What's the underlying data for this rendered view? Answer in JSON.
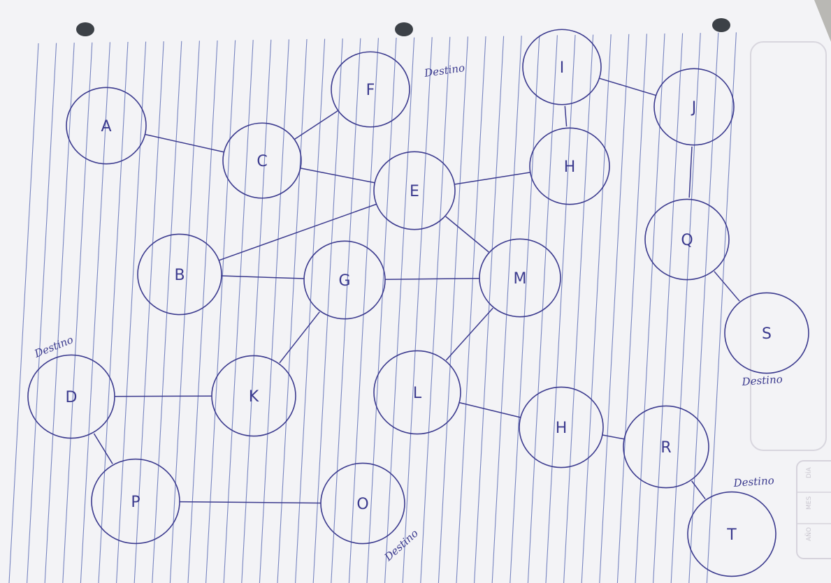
{
  "diagram": {
    "nodes": [
      {
        "id": "A",
        "label": "A"
      },
      {
        "id": "C",
        "label": "C"
      },
      {
        "id": "F",
        "label": "F"
      },
      {
        "id": "E",
        "label": "E"
      },
      {
        "id": "I",
        "label": "I"
      },
      {
        "id": "J",
        "label": "J"
      },
      {
        "id": "H1",
        "label": "H"
      },
      {
        "id": "Q",
        "label": "Q"
      },
      {
        "id": "B",
        "label": "B"
      },
      {
        "id": "G",
        "label": "G"
      },
      {
        "id": "M",
        "label": "M"
      },
      {
        "id": "S",
        "label": "S"
      },
      {
        "id": "D",
        "label": "D"
      },
      {
        "id": "K",
        "label": "K"
      },
      {
        "id": "L",
        "label": "L"
      },
      {
        "id": "H2",
        "label": "H"
      },
      {
        "id": "R",
        "label": "R"
      },
      {
        "id": "P",
        "label": "P"
      },
      {
        "id": "O",
        "label": "O"
      },
      {
        "id": "T",
        "label": "T"
      }
    ],
    "edges": [
      [
        "A",
        "C"
      ],
      [
        "C",
        "F"
      ],
      [
        "C",
        "E"
      ],
      [
        "E",
        "H1"
      ],
      [
        "I",
        "H1"
      ],
      [
        "I",
        "J"
      ],
      [
        "J",
        "Q"
      ],
      [
        "Q",
        "S"
      ],
      [
        "B",
        "E"
      ],
      [
        "B",
        "G"
      ],
      [
        "E",
        "M"
      ],
      [
        "G",
        "M"
      ],
      [
        "G",
        "K"
      ],
      [
        "M",
        "L"
      ],
      [
        "D",
        "K"
      ],
      [
        "D",
        "P"
      ],
      [
        "L",
        "H2"
      ],
      [
        "H2",
        "R"
      ],
      [
        "R",
        "T"
      ],
      [
        "P",
        "O"
      ]
    ],
    "annotations": [
      {
        "id": "destino-f",
        "text": "Destino"
      },
      {
        "id": "destino-d",
        "text": "Destino"
      },
      {
        "id": "destino-s",
        "text": "Destino"
      },
      {
        "id": "destino-t",
        "text": "Destino"
      },
      {
        "id": "destino-o",
        "text": "Destino"
      }
    ]
  },
  "notebook": {
    "margin_tabs": [
      "DÍA",
      "MES",
      "AÑO"
    ]
  },
  "colors": {
    "ink": "#3b3a8e",
    "paper": "#f3f3f6",
    "ruling": "#4e5fae"
  }
}
